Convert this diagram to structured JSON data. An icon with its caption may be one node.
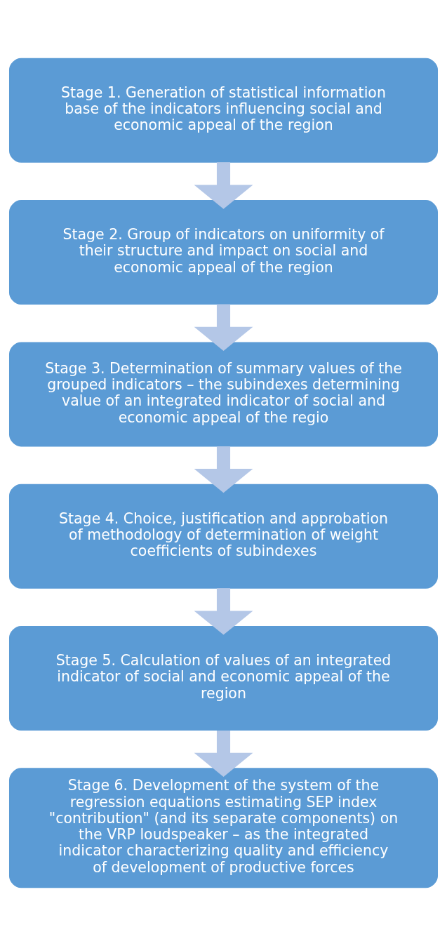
{
  "diagram": {
    "nodes": [
      {
        "text": [
          "Stage 1. Generation of statistical information base of the indicators influencing social and economic appeal of the region"
        ]
      },
      {
        "text": [
          "Stage 2. Group of indicators on uniformity of their structure and impact on social and economic appeal of the region"
        ]
      },
      {
        "text": [
          "Stage 3. Determination of summary values of the grouped indicators – the subindexes determining value of an integrated indicator of social and economic appeal of the regio"
        ]
      },
      {
        "text": [
          "Stage 4. Choice, justification and approbation of methodology of determination of weight coefficients of subindexes"
        ]
      },
      {
        "text": [
          "Stage 5. Calculation of values of an integrated indicator of social and economic appeal of the region"
        ]
      },
      {
        "text": [
          "Stage 6. Development of the system of the regression equations estimating SEP index \"contribution\" (and its separate components) on the VRP loudspeaker – as the integrated indicator characterizing quality and efficiency of development of productive forces"
        ]
      }
    ],
    "edges": [
      {
        "from": 0,
        "to": 1,
        "arrow": "to"
      },
      {
        "from": 1,
        "to": 2,
        "arrow": "to"
      },
      {
        "from": 2,
        "to": 3,
        "arrow": "to"
      },
      {
        "from": 3,
        "to": 4,
        "arrow": "to"
      },
      {
        "from": 4,
        "to": 5,
        "arrow": "to"
      }
    ]
  }
}
